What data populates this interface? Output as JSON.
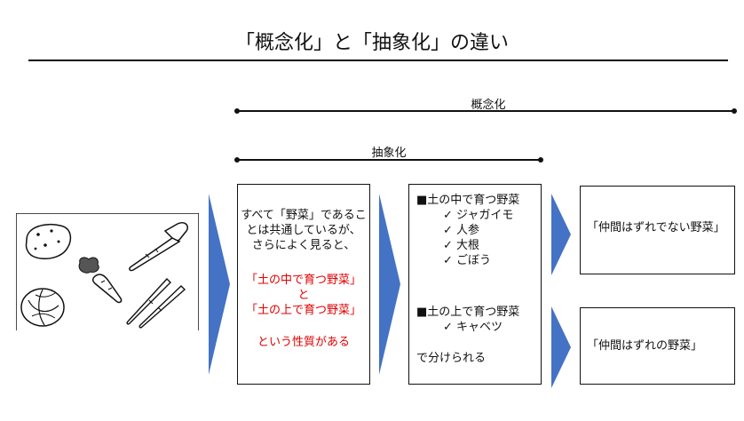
{
  "title": "「概念化」と「抽象化」の違い",
  "ranges": {
    "concept_label": "概念化",
    "abstract_label": "抽象化"
  },
  "box1": {
    "lines": [
      "すべて「野菜」であるこ",
      "とは共通しているが、",
      "さらによく見ると、"
    ],
    "red1": "「土の中で育つ野菜」",
    "red_and": "と",
    "red2": "「土の上で育つ野菜」",
    "red3": "という性質がある"
  },
  "box2": {
    "group1_heading": "■土の中で育つ野菜",
    "group1_items": [
      "✓ ジャガイモ",
      "✓ 人参",
      "✓ 大根",
      "✓ ごぼう"
    ],
    "group2_heading": "■土の上で育つ野菜",
    "group2_items": [
      "✓ キャベツ"
    ],
    "footer": "で分けられる"
  },
  "result_top": "「仲間はずれでない野菜」",
  "result_bottom": "「仲間はずれの野菜」",
  "colors": {
    "arrow": "#4472c4",
    "emphasis": "#e00000"
  },
  "illustration_icons": [
    "potato-icon",
    "carrot-icon",
    "cabbage-icon",
    "daikon-icon",
    "burdock-icon"
  ]
}
